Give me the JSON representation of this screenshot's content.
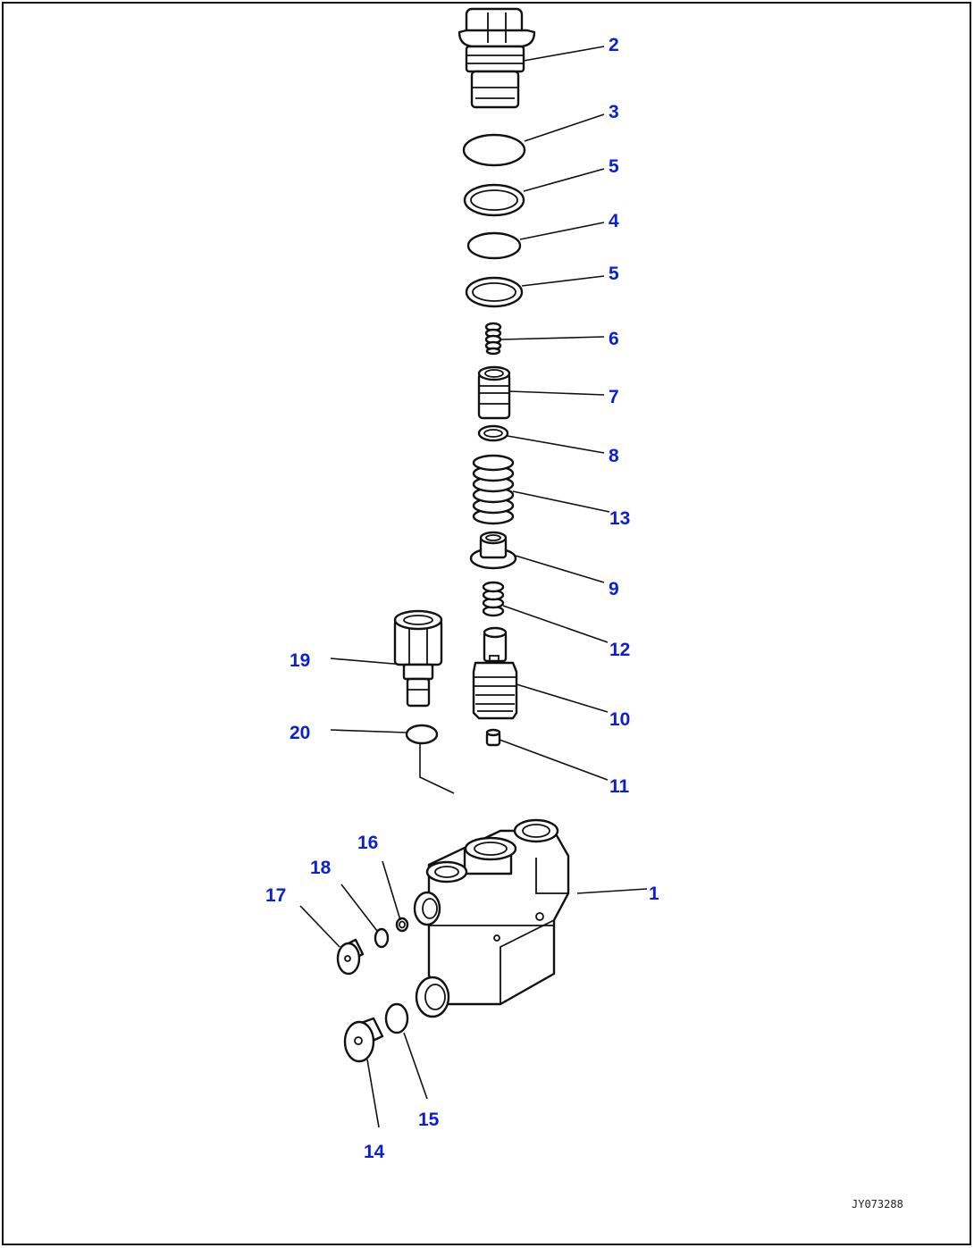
{
  "diagram": {
    "drawing_code": "JY073288",
    "callouts": [
      {
        "id": "c2",
        "label": "2"
      },
      {
        "id": "c3",
        "label": "3"
      },
      {
        "id": "c5a",
        "label": "5"
      },
      {
        "id": "c4",
        "label": "4"
      },
      {
        "id": "c5b",
        "label": "5"
      },
      {
        "id": "c6",
        "label": "6"
      },
      {
        "id": "c7",
        "label": "7"
      },
      {
        "id": "c8",
        "label": "8"
      },
      {
        "id": "c13",
        "label": "13"
      },
      {
        "id": "c9",
        "label": "9"
      },
      {
        "id": "c12",
        "label": "12"
      },
      {
        "id": "c10",
        "label": "10"
      },
      {
        "id": "c11",
        "label": "11"
      },
      {
        "id": "c19",
        "label": "19"
      },
      {
        "id": "c20",
        "label": "20"
      },
      {
        "id": "c1",
        "label": "1"
      },
      {
        "id": "c16",
        "label": "16"
      },
      {
        "id": "c18",
        "label": "18"
      },
      {
        "id": "c17",
        "label": "17"
      },
      {
        "id": "c15",
        "label": "15"
      },
      {
        "id": "c14",
        "label": "14"
      }
    ],
    "colors": {
      "callout_text": "#0b1fd6",
      "line_art": "#111111",
      "background": "#ffffff"
    }
  }
}
